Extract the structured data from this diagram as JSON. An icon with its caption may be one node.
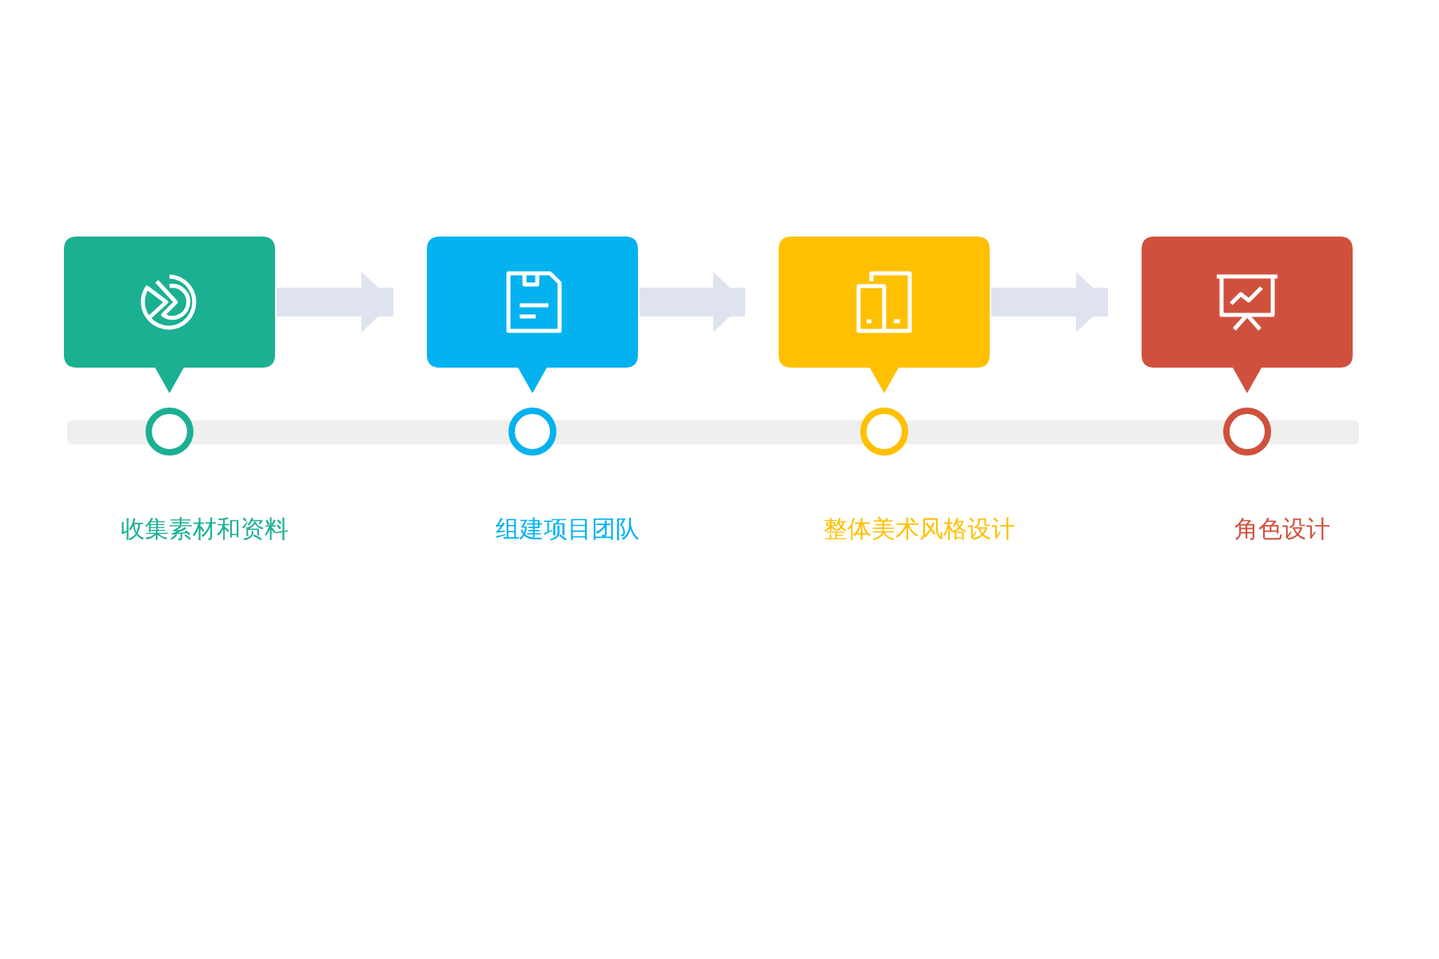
{
  "diagram": {
    "nodes": [
      {
        "text": [],
        "shape": "box"
      },
      {
        "text": [],
        "shape": "box"
      },
      {
        "text": [],
        "shape": "box"
      },
      {
        "text": [],
        "shape": "box"
      }
    ],
    "edges": [
      {
        "from": 0,
        "to": 1,
        "arrow": "to"
      },
      {
        "from": 1,
        "to": 2,
        "arrow": "to"
      },
      {
        "from": 2,
        "to": 3,
        "arrow": "to"
      }
    ],
    "labels": [
      "收集素材和资料",
      "组建项目团队",
      "整体美术风格设计",
      "角色设计"
    ]
  }
}
